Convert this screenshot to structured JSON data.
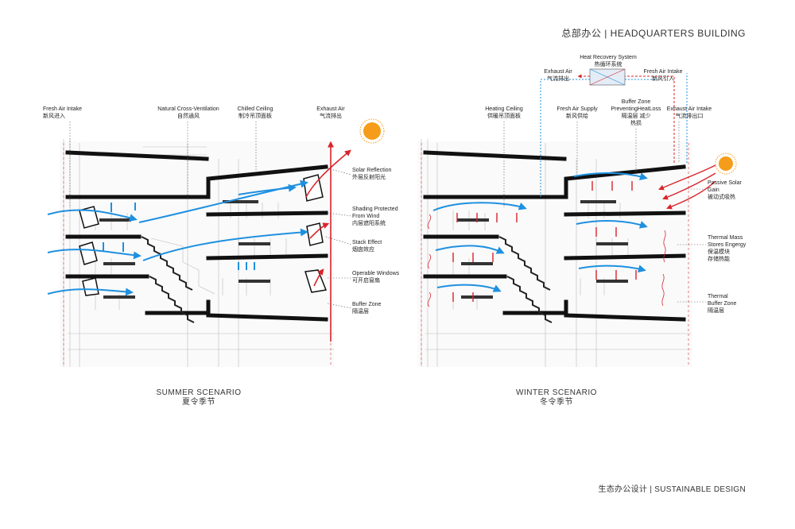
{
  "header": {
    "title": "总部办公 | HEADQUARTERS BUILDING"
  },
  "footer": {
    "title": "生态办公设计 | SUSTAINABLE DESIGN"
  },
  "summer": {
    "caption_en": "SUMMER SCENARIO",
    "caption_cn": "夏令季节",
    "labels": {
      "fresh_air": {
        "en": "Fresh Air Intake",
        "cn": "新风进入"
      },
      "cross_vent": {
        "en": "Natural Cross-Ventilation",
        "cn": "自然通风"
      },
      "chilled": {
        "en": "Chilled Ceiling",
        "cn": "制冷吊顶面板"
      },
      "exhaust": {
        "en": "Exhaust Air",
        "cn": "气流排出"
      },
      "solar": {
        "en": "Solar Reflection",
        "cn": "外层反射阳光"
      },
      "shading_1": "Shading Protected",
      "shading_2": "From Wind",
      "shading_cn": "内层遮阳系统",
      "stack": {
        "en": "Stack Effect",
        "cn": "烟囱效应"
      },
      "windows": {
        "en": "Operable Windows",
        "cn": "可开启窗扇"
      },
      "buffer": {
        "en": "Buffer Zone",
        "cn": "隔温层"
      }
    }
  },
  "winter": {
    "caption_en": "WINTER SCENARIO",
    "caption_cn": "冬令季节",
    "labels": {
      "heat_recovery": {
        "en": "Heat Recovery System",
        "cn": "热循环系统"
      },
      "exhaust": {
        "en": "Exhaust Air",
        "cn": "气流排出"
      },
      "fresh_intake": {
        "en": "Fresh Air Intake",
        "cn": "新风引入"
      },
      "heating": {
        "en": "Heating Ceiling",
        "cn": "供暖吊顶面板"
      },
      "supply": {
        "en": "Fresh Air Supply",
        "cn": "新风供给"
      },
      "buffer_1": "Buffer Zone",
      "buffer_2": "PreventingHeatLoss",
      "buffer_cn1": "隔温层 减少",
      "buffer_cn2": "热损",
      "exhaust_intake": {
        "en": "Exhaust Air Intake",
        "cn": "气流排出口"
      },
      "passive_1": "Passive Solar",
      "passive_2": "Gain",
      "passive_cn": "被动式吸热",
      "thermal_1": "Thermal Mass",
      "thermal_2": "Stores Engergy",
      "thermal_cn1": "保温模块",
      "thermal_cn2": "存储热能",
      "tbuffer_1": "Thermal",
      "tbuffer_2": "Buffer Zone",
      "tbuffer_cn": "隔温层"
    }
  },
  "colors": {
    "airflow": "#1e90e0",
    "exhaust": "#d8242a",
    "sun": "#f59d1b",
    "slab": "#111111",
    "sketch": "#b8b8b8"
  }
}
